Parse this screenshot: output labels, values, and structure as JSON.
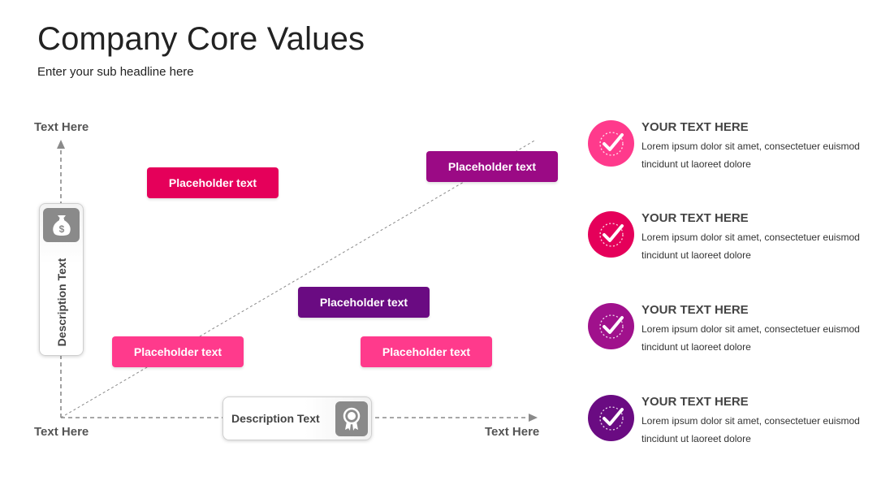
{
  "header": {
    "title": "Company Core Values",
    "subtitle": "Enter your sub headline here"
  },
  "axes": {
    "y_top_label": "Text Here",
    "origin_label": "Text Here",
    "x_end_label": "Text Here"
  },
  "vertical_card": {
    "text": "Description Text",
    "icon": "money-bag-icon"
  },
  "horizontal_card": {
    "text": "Description Text",
    "icon": "award-ribbon-icon"
  },
  "placeholders": [
    {
      "text": "Placeholder text",
      "color": "#E5005A"
    },
    {
      "text": "Placeholder text",
      "color": "#9B0A85"
    },
    {
      "text": "Placeholder text",
      "color": "#6A0B82"
    },
    {
      "text": "Placeholder text",
      "color": "#FF3A8C"
    },
    {
      "text": "Placeholder text",
      "color": "#FF3A8C"
    }
  ],
  "values": [
    {
      "heading": "YOUR TEXT HERE",
      "body": "Lorem ipsum dolor sit amet, consectetuer euismod tincidunt ut laoreet dolore",
      "color": "#FF3A8C",
      "icon": "check-icon"
    },
    {
      "heading": "YOUR TEXT HERE",
      "body": "Lorem ipsum dolor sit amet, consectetuer euismod tincidunt ut laoreet dolore",
      "color": "#E5005A",
      "icon": "check-icon"
    },
    {
      "heading": "YOUR TEXT HERE",
      "body": "Lorem ipsum dolor sit amet, consectetuer euismod tincidunt ut laoreet dolore",
      "color": "#A0118C",
      "icon": "check-icon"
    },
    {
      "heading": "YOUR TEXT HERE",
      "body": "Lorem ipsum dolor sit amet, consectetuer euismod tincidunt ut laoreet dolore",
      "color": "#6A0B82",
      "icon": "check-icon"
    }
  ]
}
